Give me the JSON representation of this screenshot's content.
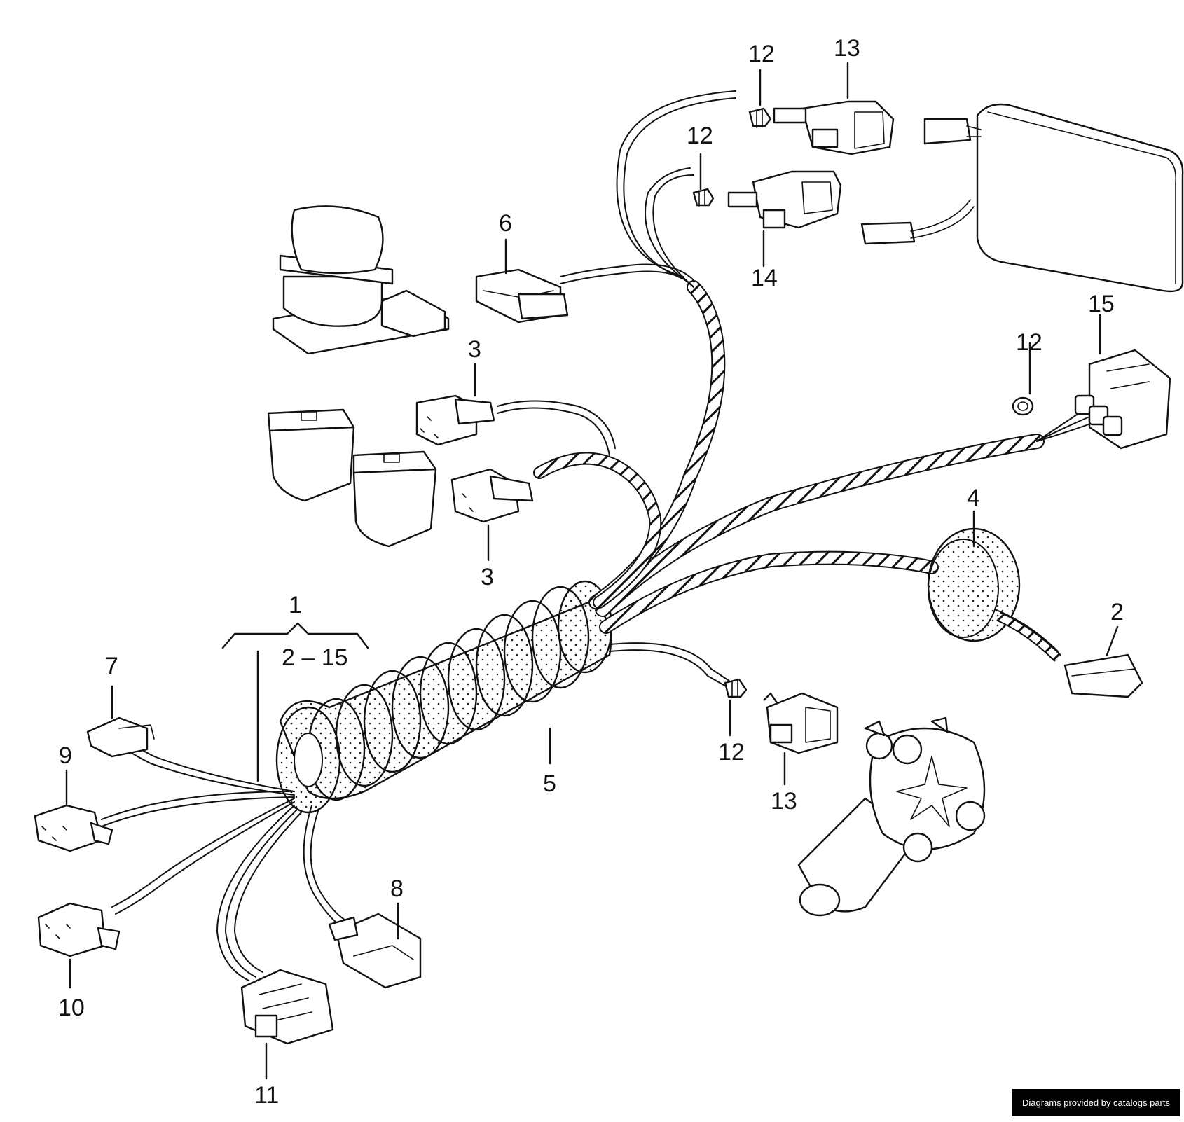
{
  "labels": {
    "l1": "1",
    "l2_15": "2 – 15",
    "l2": "2",
    "l3a": "3",
    "l3b": "3",
    "l4": "4",
    "l5": "5",
    "l6": "6",
    "l7": "7",
    "l8": "8",
    "l9": "9",
    "l10": "10",
    "l11": "11",
    "l12a": "12",
    "l12b": "12",
    "l12c": "12",
    "l12d": "12",
    "l13a": "13",
    "l13b": "13",
    "l14": "14",
    "l15": "15"
  },
  "footer": {
    "credit": "Diagrams provided by catalogs parts"
  },
  "colors": {
    "ink": "#111111",
    "background": "#ffffff",
    "credit_bg": "#000000",
    "credit_text": "#ffffff"
  }
}
